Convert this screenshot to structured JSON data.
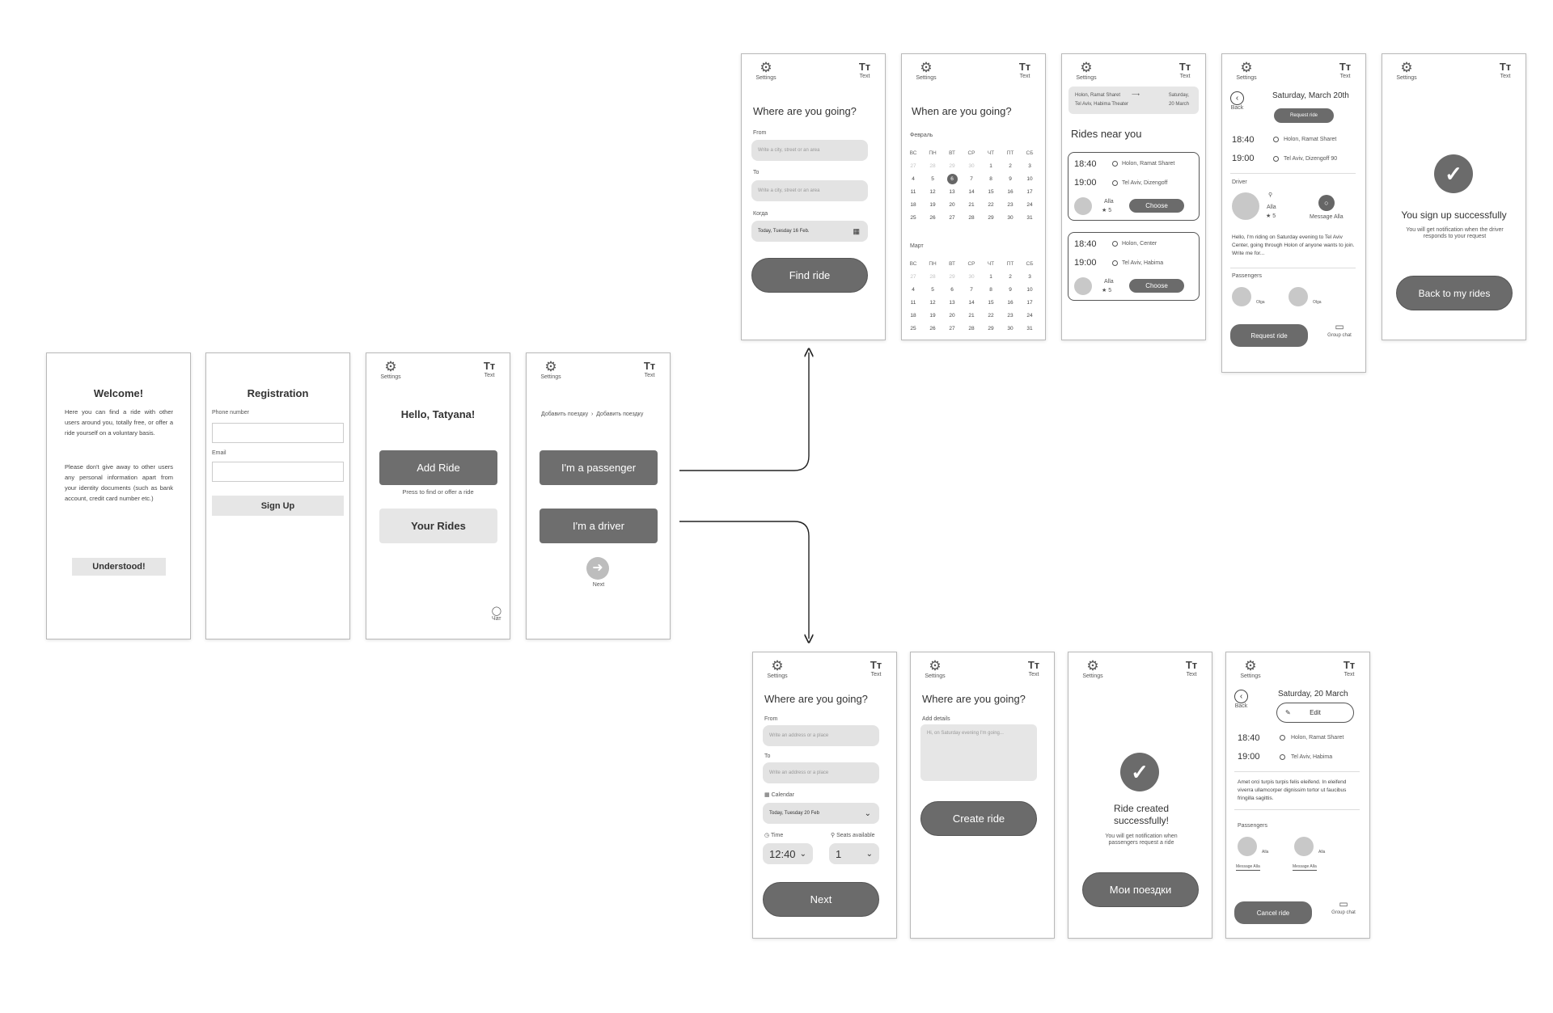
{
  "common": {
    "settings": "Settings",
    "text": "Text",
    "tt": "Tт"
  },
  "welcome": {
    "title": "Welcome!",
    "p1": "Here you can find a ride with other users around you, totally free, or offer a ride yourself on a voluntary basis.",
    "p2": "Please don't give away to other users any personal information apart from your identity documents (such as bank account, credit card number etc.)",
    "button": "Understood!"
  },
  "registration": {
    "title": "Registration",
    "phone_label": "Phone number",
    "email_label": "Email",
    "button": "Sign Up"
  },
  "home": {
    "greeting": "Hello, Tatyana!",
    "add_ride": "Add Ride",
    "add_hint": "Press to find or offer a ride",
    "your_rides": "Your Rides",
    "chat": "Чат"
  },
  "role": {
    "crumb1": "Добавить поездку",
    "crumb2": "Добавить поездку",
    "passenger": "I'm a passenger",
    "driver": "I'm a driver",
    "next": "Next"
  },
  "p_search": {
    "title": "Where are you going?",
    "from": "From",
    "to": "To",
    "when": "Когда",
    "ph1": "Write a city, street or an area",
    "ph2": "Write a city, street or an area",
    "date": "Today, Tuesday 16 Feb.",
    "button": "Find ride"
  },
  "p_calendar": {
    "title": "When are you going?",
    "month1": "Февраль",
    "month2": "Март",
    "weekdays": [
      "ВС",
      "ПН",
      "ВТ",
      "СР",
      "ЧТ",
      "ПТ",
      "СБ"
    ],
    "feb": [
      "27",
      "28",
      "29",
      "30",
      "1",
      "2",
      "3",
      "4",
      "5",
      "6",
      "7",
      "8",
      "9",
      "10",
      "11",
      "12",
      "13",
      "14",
      "15",
      "16",
      "17",
      "18",
      "19",
      "20",
      "21",
      "22",
      "23",
      "24",
      "25",
      "26",
      "27",
      "28",
      "29",
      "30",
      "31"
    ],
    "mar": [
      "27",
      "28",
      "29",
      "30",
      "1",
      "2",
      "3",
      "4",
      "5",
      "6",
      "7",
      "8",
      "9",
      "10",
      "11",
      "12",
      "13",
      "14",
      "15",
      "16",
      "17",
      "18",
      "19",
      "20",
      "21",
      "22",
      "23",
      "24",
      "25",
      "26",
      "27",
      "28",
      "29",
      "30",
      "31"
    ]
  },
  "p_list": {
    "route_from": "Holon, Ramat Sharet",
    "route_to": "Tel Aviv, Habima Theater",
    "route_date1": "Saturday,",
    "route_date2": "20 March",
    "title": "Rides near you",
    "rides": [
      {
        "t1": "18:40",
        "p1": "Holon, Ramat Sharet",
        "t2": "19:00",
        "p2": "Tel Aviv, Dizengoff",
        "name": "Alla",
        "rating": "5",
        "button": "Choose"
      },
      {
        "t1": "18:40",
        "p1": "Holon, Center",
        "t2": "19:00",
        "p2": "Tel Aviv, Habima",
        "name": "Alla",
        "rating": "5",
        "button": "Choose"
      }
    ]
  },
  "p_detail": {
    "back": "Back",
    "date": "Saturday, March 20th",
    "request_top": "Request ride",
    "t1": "18:40",
    "p1": "Holon, Ramat Sharet",
    "t2": "19:00",
    "p2": "Tel Aviv, Dizengoff 90",
    "driver_label": "Driver",
    "driver_name": "Alla",
    "rating": "5",
    "message": "Message Alla",
    "note": "Hello, I'm riding on Saturday evening to Tel Aviv Center, going through Holon of anyone wants to join. Write me for...",
    "passengers_label": "Passengers",
    "pass1": "Olga",
    "pass2": "Olga",
    "request_bottom": "Request ride",
    "group_chat": "Group chat"
  },
  "p_success": {
    "title": "You sign up successfully",
    "sub": "You will get notification when the driver responds to your request",
    "button": "Back to my rides"
  },
  "d_search": {
    "title": "Where are you going?",
    "from": "From",
    "to": "To",
    "ph1": "Write an address or a place",
    "ph2": "Write an address or a place",
    "calendar": "Calendar",
    "date": "Today, Tuesday 20 Feb",
    "time_label": "Time",
    "seats_label": "Seats available",
    "time": "12:40",
    "seats": "1",
    "button": "Next"
  },
  "d_details": {
    "title": "Where are you going?",
    "label": "Add details",
    "ph": "Hi, on Saturday evening I'm going...",
    "button": "Create ride"
  },
  "d_success": {
    "title": "Ride created successfully!",
    "sub": "You will get notification when passengers request a ride",
    "button": "Мои поездки"
  },
  "d_ride": {
    "back": "Back",
    "date": "Saturday, 20 March",
    "edit": "Edit",
    "t1": "18:40",
    "p1": "Holon, Ramat Sharet",
    "t2": "19:00",
    "p2": "Tel Aviv, Habima",
    "note": "Amet orci turpis turpis felis eleifend. In eleifend viverra ullamcorper dignissim tortor ut faucibus fringilla sagittis.",
    "passengers_label": "Passengers",
    "pass1": "Alla",
    "pass2": "Alla",
    "msg1": "Message Alla",
    "msg2": "Message Alla",
    "cancel": "Cancel ride",
    "group_chat": "Group chat"
  }
}
